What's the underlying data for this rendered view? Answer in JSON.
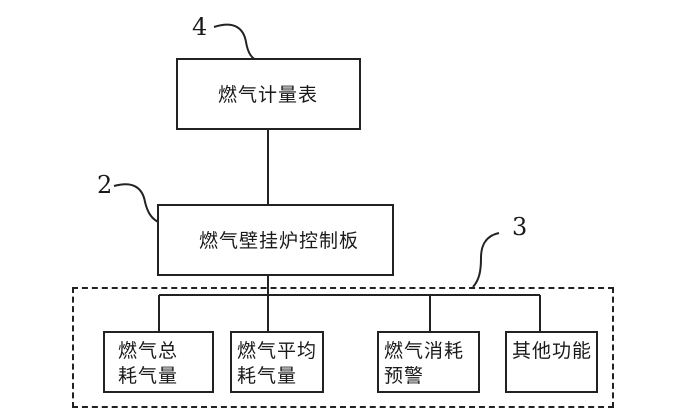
{
  "refs": {
    "meter": "4",
    "controller": "2",
    "functions": "3"
  },
  "boxes": {
    "meter": "燃气计量表",
    "controller": "燃气壁挂炉控制板",
    "total_line1": "燃气总",
    "total_line2": "耗气量",
    "avg_line1": "燃气平均",
    "avg_line2": "耗气量",
    "warn_line1": "燃气消耗",
    "warn_line2": "预警",
    "other": "其他功能"
  }
}
